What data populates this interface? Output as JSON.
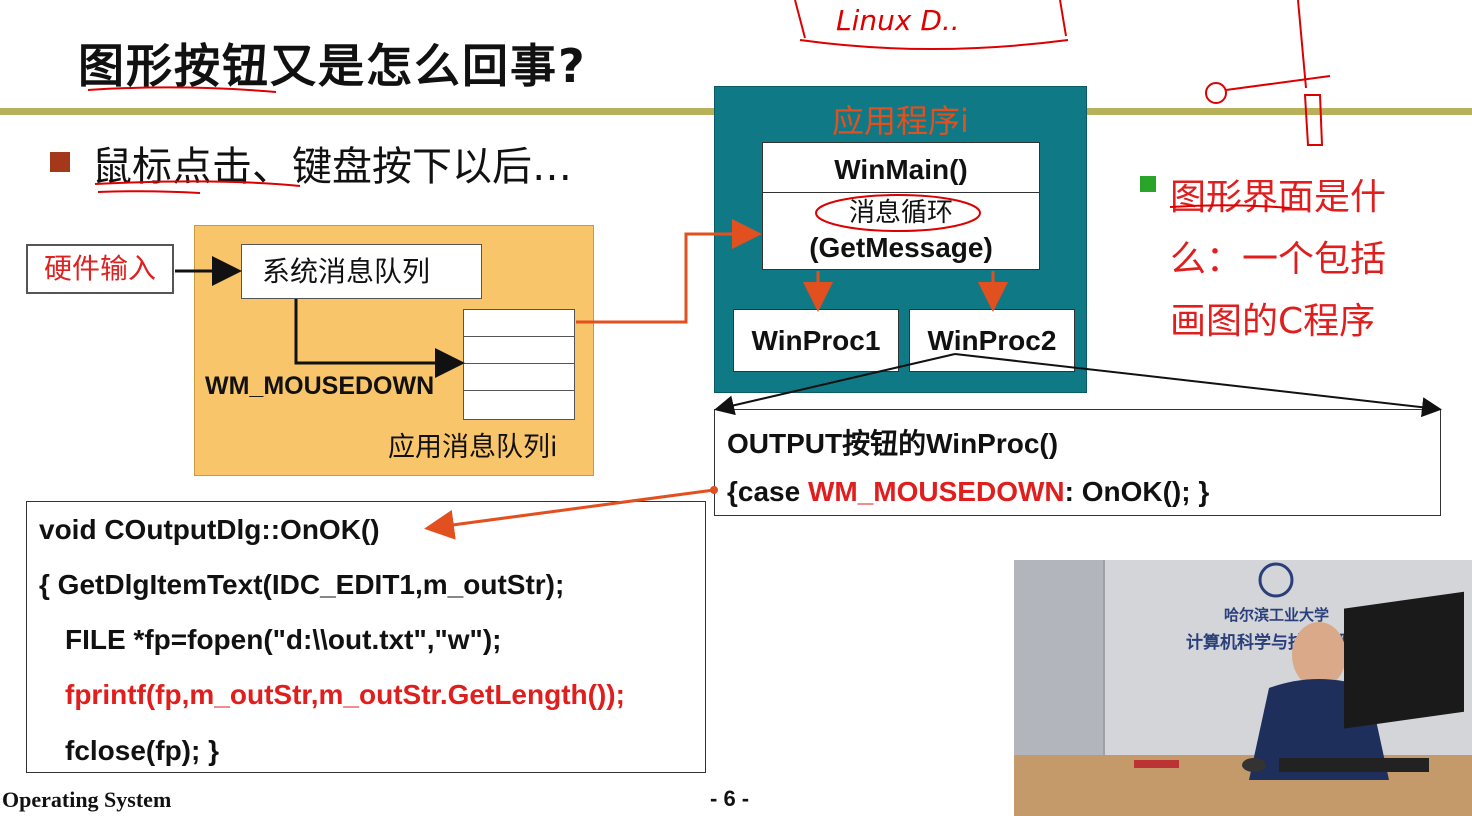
{
  "slide": {
    "title": "图形按钮又是怎么回事?",
    "bullet": "鼠标点击、键盘按下以后…",
    "hardware_input": "硬件输入",
    "system_queue": "系统消息队列",
    "wm_mousedown_label": "WM_MOUSEDOWN",
    "app_queue_label": "应用消息队列i",
    "app_title": "应用程序i",
    "winmain": "WinMain()",
    "msg_loop": "消息循环",
    "getmessage": "(GetMessage)",
    "winproc1": "WinProc1",
    "winproc2": "WinProc2",
    "output_line1": "OUTPUT按钮的WinProc()",
    "output_line2_pre": "{case ",
    "output_line2_red": "WM_MOUSEDOWN",
    "output_line2_post": ": OnOK(); }",
    "code": [
      "void COutputDlg::OnOK()",
      "{  GetDlgItemText(IDC_EDIT1,m_outStr);",
      "FILE *fp=fopen(\"d:\\\\out.txt\",\"w\");",
      "fprintf(fp,m_outStr,m_outStr.GetLength());",
      "fclose(fp); }"
    ],
    "side_lines": [
      "图形界面是什",
      "么：一个包括",
      "画图的C程序"
    ],
    "annotation_handwriting": "Linux D..",
    "footer_left": "Operating System",
    "footer_page": "- 6 -",
    "video_sign_line1": "哈尔滨工业大学",
    "video_sign_line2": "计算机科学与技术学院"
  },
  "colors": {
    "rule": "#b7b25a",
    "bullet": "#a3391a",
    "orange_box": "#f8c56a",
    "teal_box": "#0f7a86",
    "red_text": "#e01e1e",
    "arrow_orange": "#e2501f",
    "side_bullet": "#2aa52a"
  }
}
